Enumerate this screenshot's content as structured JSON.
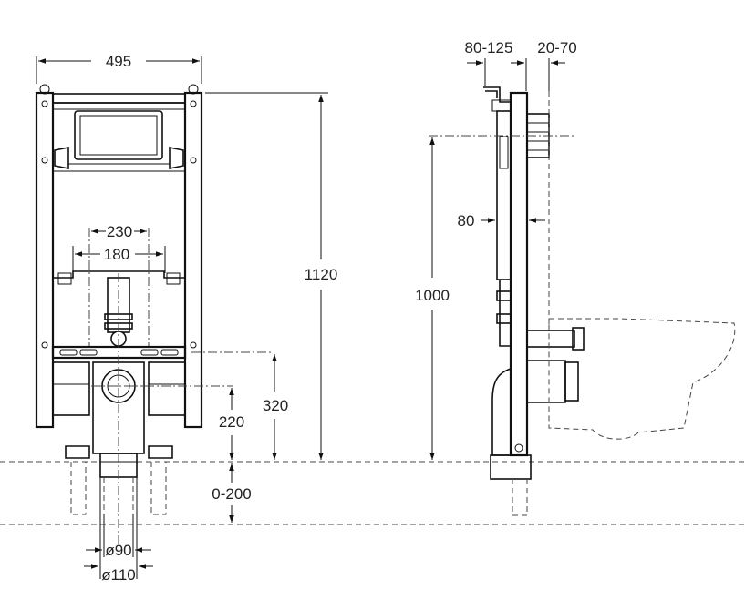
{
  "dimensions": {
    "frame_width": "495",
    "frame_height": "1120",
    "inner_spacing_outer": "230",
    "inner_spacing_inner": "180",
    "connection_height": "320",
    "bracket_height": "220",
    "floor_adjust": "0-200",
    "pipe_inner_diameter": "ø90",
    "pipe_outer_diameter": "ø110",
    "wall_offset_range": "80-125",
    "wall_thickness_range": "20-70",
    "module_height": "1000",
    "side_offset": "80"
  },
  "colors": {
    "line": "#111111",
    "background": "#ffffff"
  }
}
